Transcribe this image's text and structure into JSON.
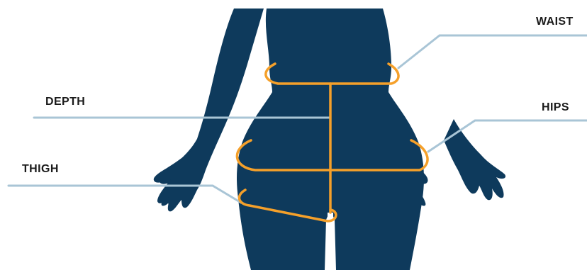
{
  "labels": {
    "waist": "WAIST",
    "depth": "DEPTH",
    "hips": "HIPS",
    "thigh": "THIGH"
  },
  "colors": {
    "silhouette": "#0E3A5C",
    "measure_line": "#F5A02A",
    "leader_line": "#A9C5D6",
    "label_text": "#1A1A1A",
    "background": "#FFFFFF"
  }
}
